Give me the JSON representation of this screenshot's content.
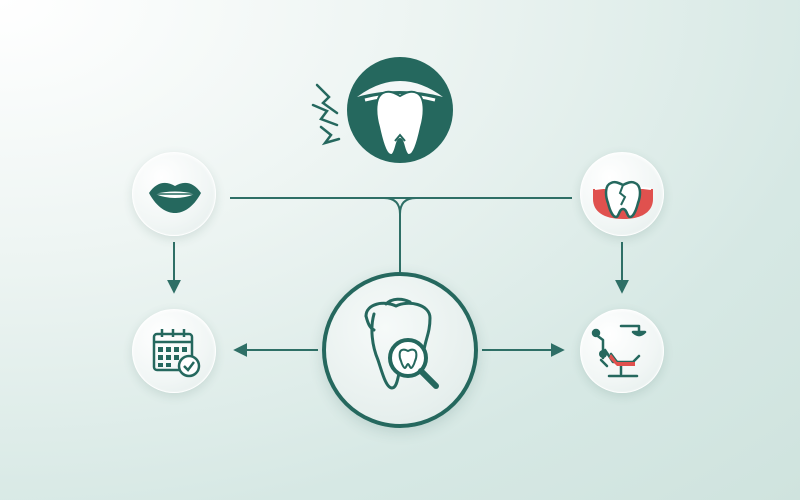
{
  "colors": {
    "primary": "#25685e",
    "connector": "#2e6f66",
    "accent_red": "#e0514e",
    "background_start": "#ffffff",
    "background_end": "#cfe3de"
  },
  "nodes": [
    {
      "id": "tooth-pain",
      "icon": "tooth-pain-icon"
    },
    {
      "id": "lips",
      "icon": "lips-icon"
    },
    {
      "id": "cracked-tooth",
      "icon": "cracked-tooth-icon"
    },
    {
      "id": "center",
      "icon": "tooth-magnifier-icon"
    },
    {
      "id": "calendar",
      "icon": "calendar-check-icon"
    },
    {
      "id": "dental-chair",
      "icon": "dental-chair-icon"
    }
  ],
  "connectors": [
    {
      "from": "lips",
      "to": "calendar",
      "type": "arrow"
    },
    {
      "from": "cracked-tooth",
      "to": "dental-chair",
      "type": "arrow"
    },
    {
      "from": "center",
      "to": "calendar",
      "type": "arrow"
    },
    {
      "from": "center",
      "to": "dental-chair",
      "type": "arrow"
    },
    {
      "from": "lips",
      "to": "cracked-tooth",
      "type": "line"
    },
    {
      "from": "branch",
      "to": "center",
      "type": "line"
    }
  ]
}
